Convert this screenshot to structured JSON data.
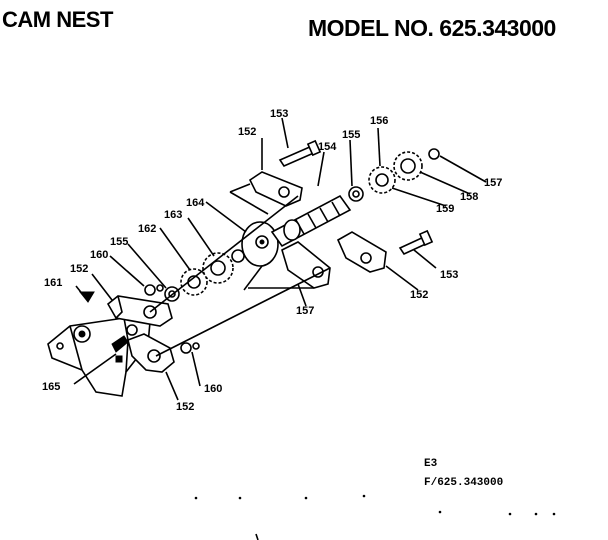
{
  "header": {
    "section_title": "CAM NEST",
    "model_number": "MODEL NO. 625.343000"
  },
  "footer": {
    "code_line1": "E3",
    "code_line2": "F/625.343000"
  },
  "callouts": {
    "c153_top": "153",
    "c152_top": "152",
    "c155_top": "155",
    "c156": "156",
    "c154": "154",
    "c157_right": "157",
    "c158": "158",
    "c159": "159",
    "c164": "164",
    "c163": "163",
    "c162": "162",
    "c155_left": "155",
    "c160_top": "160",
    "c152_left": "152",
    "c161": "161",
    "c153_right": "153",
    "c152_right": "152",
    "c157_mid": "157",
    "c165": "165",
    "c160_bottom": "160",
    "c152_bottom": "152"
  }
}
